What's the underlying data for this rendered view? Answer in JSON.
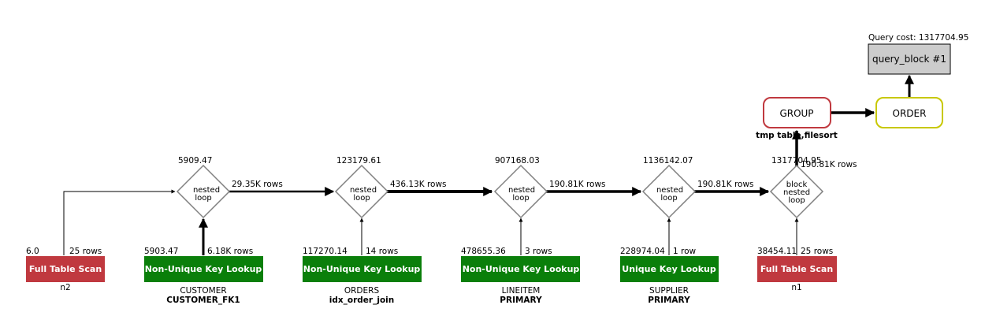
{
  "query_cost_label": "Query cost: 1317704.95",
  "query_block": "query_block #1",
  "order": {
    "label": "ORDER"
  },
  "group": {
    "label": "GROUP",
    "note": "tmp table,filesort"
  },
  "colors": {
    "full_scan": "#c0393f",
    "lookup": "#0a7f0a",
    "diamond_border": "#808080",
    "group_border": "#c0393f",
    "order_border": "#c8c800",
    "query_block_fill": "#cccccc"
  },
  "scans": [
    {
      "type": "Full Table Scan",
      "cost": "6.0",
      "rows": "25 rows",
      "table": "n2",
      "key": ""
    },
    {
      "type": "Non-Unique Key Lookup",
      "cost": "5903.47",
      "rows": "6.18K rows",
      "table": "CUSTOMER",
      "key": "CUSTOMER_FK1"
    },
    {
      "type": "Non-Unique Key Lookup",
      "cost": "117270.14",
      "rows": "14 rows",
      "table": "ORDERS",
      "key": "idx_order_join"
    },
    {
      "type": "Non-Unique Key Lookup",
      "cost": "478655.36",
      "rows": "3 rows",
      "table": "LINEITEM",
      "key": "PRIMARY"
    },
    {
      "type": "Unique Key Lookup",
      "cost": "228974.04",
      "rows": "1 row",
      "table": "SUPPLIER",
      "key": "PRIMARY"
    },
    {
      "type": "Full Table Scan",
      "cost": "38454.11",
      "rows": "25 rows",
      "table": "n1",
      "key": ""
    }
  ],
  "joins": [
    {
      "label_l1": "nested",
      "label_l2": "loop",
      "label_l3": "",
      "cost": "5909.47",
      "rows_out": "29.35K rows"
    },
    {
      "label_l1": "nested",
      "label_l2": "loop",
      "label_l3": "",
      "cost": "123179.61",
      "rows_out": "436.13K rows"
    },
    {
      "label_l1": "nested",
      "label_l2": "loop",
      "label_l3": "",
      "cost": "907168.03",
      "rows_out": "190.81K rows"
    },
    {
      "label_l1": "nested",
      "label_l2": "loop",
      "label_l3": "",
      "cost": "1136142.07",
      "rows_out": "190.81K rows"
    },
    {
      "label_l1": "block",
      "label_l2": "nested",
      "label_l3": "loop",
      "cost": "1317704.95",
      "rows_out": "190.81K rows"
    }
  ]
}
